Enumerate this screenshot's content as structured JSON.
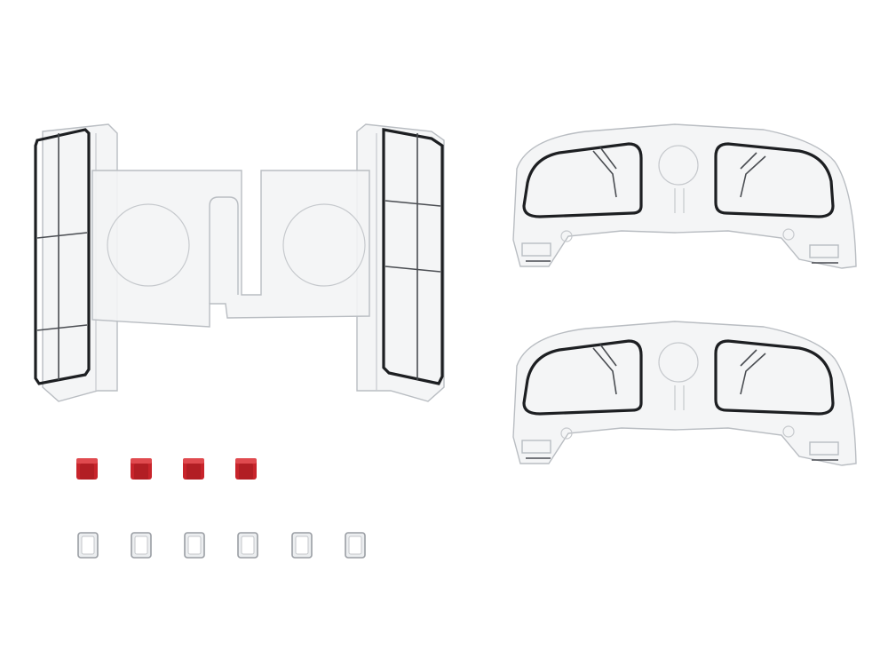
{
  "scene": {
    "background": "#ffffff",
    "parts": [
      {
        "name": "windshield-glazing-part",
        "count": 1
      },
      {
        "name": "cab-window-glazing-part",
        "count": 2
      },
      {
        "name": "red-lens",
        "count": 4,
        "color": "#c8242b"
      },
      {
        "name": "clear-lens",
        "count": 6,
        "color": "#e9eaec"
      }
    ]
  }
}
